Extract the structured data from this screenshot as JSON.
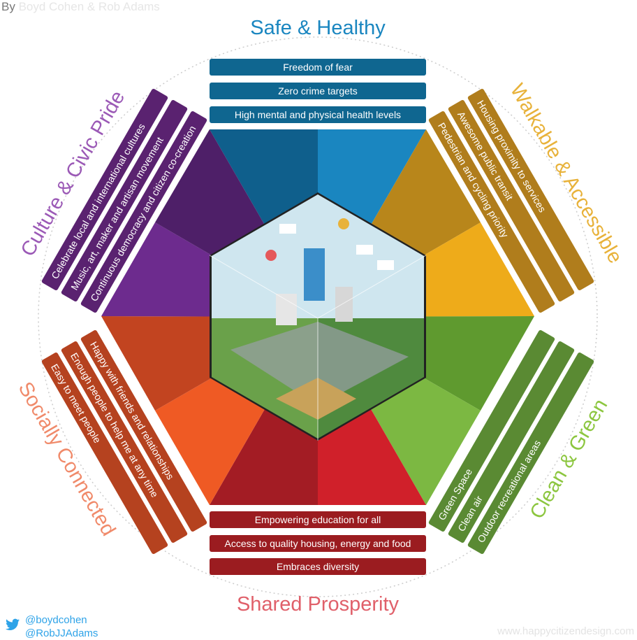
{
  "credit": {
    "prefix": "By",
    "names": "Boyd Cohen & Rob Adams"
  },
  "sections": {
    "safe": {
      "title": "Safe & Healthy",
      "color": "#1a86c0",
      "items": [
        "Freedom of fear",
        "Zero crime targets",
        "High mental and physical health levels"
      ]
    },
    "walkable": {
      "title": "Walkable & Accessible",
      "color": "#e8b23a",
      "items": [
        "Housing proximity to services",
        "Awesome public transit",
        "Pedestrian and cycling priority"
      ]
    },
    "green": {
      "title": "Clean & Green",
      "color": "#8cc63f",
      "items": [
        "Green Space",
        "Clean air",
        "Outdoor recreational areas"
      ]
    },
    "prosperity": {
      "title": "Shared Prosperity",
      "color": "#e0606a",
      "items": [
        "Empowering education for all",
        "Access to quality housing, energy and food",
        "Embraces diversity"
      ]
    },
    "social": {
      "title": "Socially Connected",
      "color": "#f08a6a",
      "items": [
        "Happy with friends and relationships",
        "Enough people to help me at any time",
        "Easy to meet people"
      ]
    },
    "culture": {
      "title": "Culture & Civic Pride",
      "color": "#9b59b6",
      "items": [
        "Celebrate local and international cultures",
        "Music, art, maker and artisan movement",
        "Continuous democracy and citizen co-creation"
      ]
    }
  },
  "footer": {
    "handles": [
      "@boydcohen",
      "@RobJJAdams"
    ],
    "url": "www.happycitizendesign.com"
  }
}
